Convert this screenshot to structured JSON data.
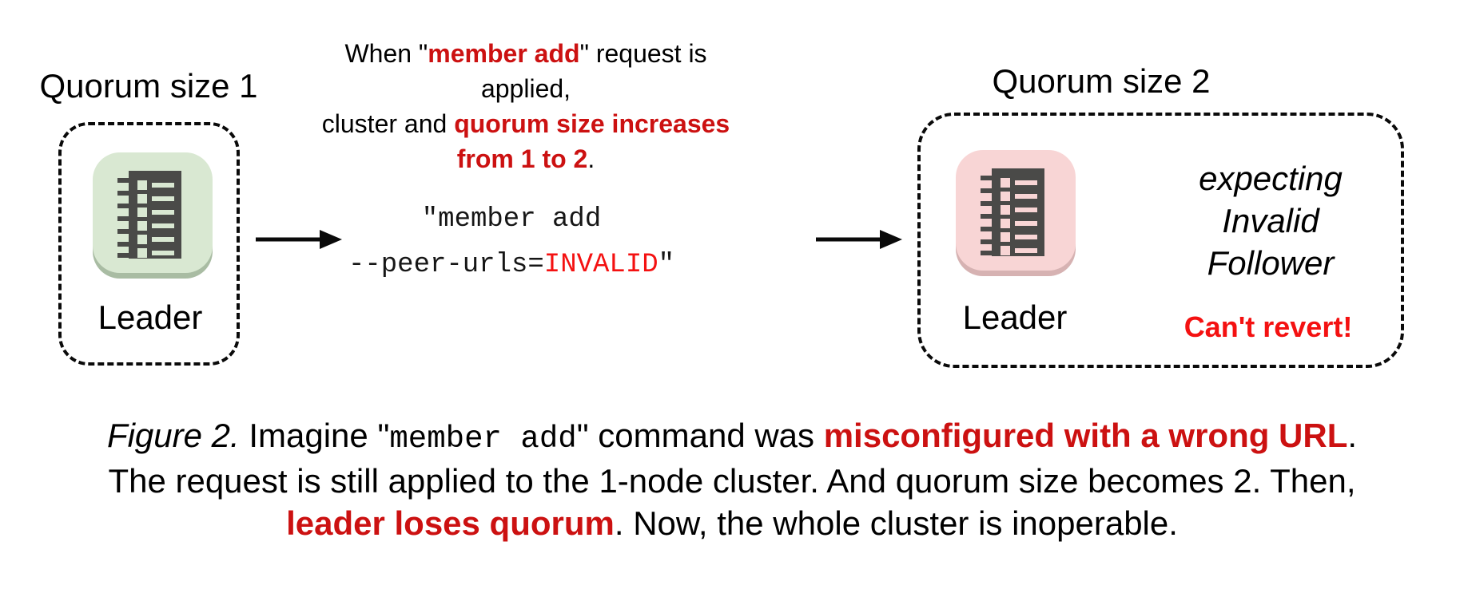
{
  "palette": {
    "ink": "#0a0a0a",
    "red_em": "#cc1111",
    "red_bright": "#f41111",
    "green_node_bg": "#d9e8d2",
    "green_node_rim": "#a9bca3",
    "pink_node_bg": "#f8d5d5",
    "pink_node_rim": "#d6b2b2",
    "glyph_dark": "#4a4a48"
  },
  "left_cluster": {
    "label": "Quorum size 1",
    "node_label": "Leader"
  },
  "right_cluster": {
    "label": "Quorum size 2",
    "node_label": "Leader",
    "expectation_lines": [
      "expecting",
      "Invalid",
      "Follower"
    ],
    "warning": "Can't revert!"
  },
  "top_note": {
    "l1_t1": "When \"",
    "l1_em": "member add",
    "l1_t2": "\" request is applied,",
    "l2_t1": "cluster and ",
    "l2_em": "quorum size increases",
    "l3_em": "from 1 to 2",
    "l3_t1": "."
  },
  "command": {
    "line1": "\"member add",
    "l2_t1": "--peer-urls=",
    "l2_em": "INVALID",
    "l2_t2": "\""
  },
  "caption": {
    "figure_label": "Figure 2.",
    "l1_t1": " Imagine \"",
    "l1_code": "member add",
    "l1_t2": "\" command was ",
    "l1_em": "misconfigured with a wrong URL",
    "l1_t3": ".",
    "line2": "The request is still applied to the 1-node cluster. And quorum size becomes 2. Then,",
    "l3_em": "leader loses quorum",
    "l3_t1": ". Now, the whole cluster is inoperable."
  }
}
